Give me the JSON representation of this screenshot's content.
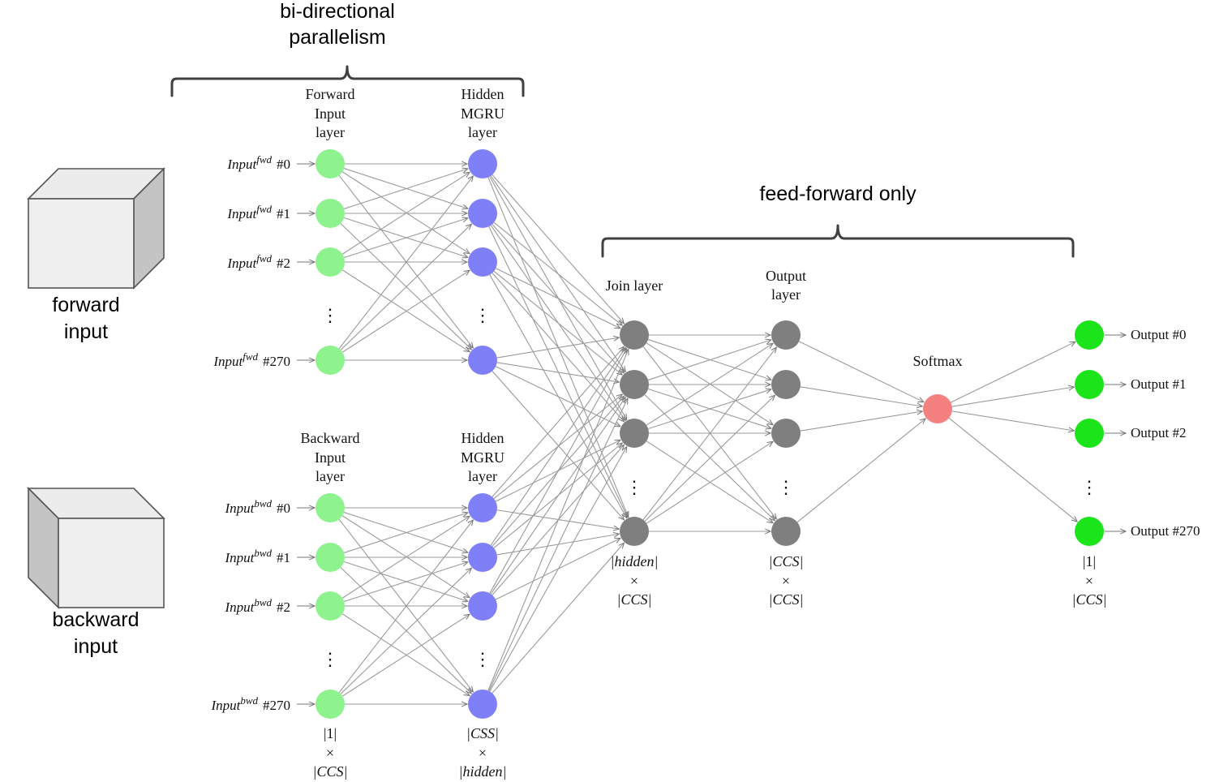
{
  "colors": {
    "input_node": "#8ef28e",
    "hidden_node": "#7f7ff7",
    "join_node": "#7f7f7f",
    "output_layer_node": "#7f7f7f",
    "softmax_node": "#f58080",
    "final_output_node": "#1be41b",
    "connection": "#9a9a9a",
    "brace": "#404040"
  },
  "braces": {
    "bidirectional": {
      "line1": "bi-directional",
      "line2": "parallelism"
    },
    "feedforward": {
      "label": "feed-forward only"
    }
  },
  "cubes": {
    "forward": {
      "line1": "forward",
      "line2": "input"
    },
    "backward": {
      "line1": "backward",
      "line2": "input"
    }
  },
  "layers": {
    "forward_input": {
      "title": [
        "Forward",
        "Input",
        "layer"
      ]
    },
    "hidden_fwd": {
      "title": [
        "Hidden",
        "MGRU",
        "layer"
      ]
    },
    "backward_input": {
      "title": [
        "Backward",
        "Input",
        "layer"
      ],
      "dims": [
        "|1|",
        "×",
        "|CCS|"
      ]
    },
    "hidden_bwd": {
      "title": [
        "Hidden",
        "MGRU",
        "layer"
      ],
      "dims": [
        "|CSS|",
        "×",
        "|hidden|"
      ]
    },
    "join": {
      "title": "Join layer",
      "dims": [
        "|hidden|",
        "×",
        "|CCS|"
      ]
    },
    "output": {
      "title": [
        "Output",
        "layer"
      ],
      "dims": [
        "|CCS|",
        "×",
        "|CCS|"
      ]
    },
    "softmax": {
      "title": "Softmax"
    },
    "final": {
      "dims": [
        "|1|",
        "×",
        "|CCS|"
      ]
    }
  },
  "inputs_fwd": [
    {
      "base": "Input",
      "sup": "fwd",
      "idx": "#0"
    },
    {
      "base": "Input",
      "sup": "fwd",
      "idx": "#1"
    },
    {
      "base": "Input",
      "sup": "fwd",
      "idx": "#2"
    },
    {
      "base": "Input",
      "sup": "fwd",
      "idx": "#270"
    }
  ],
  "inputs_bwd": [
    {
      "base": "Input",
      "sup": "bwd",
      "idx": "#0"
    },
    {
      "base": "Input",
      "sup": "bwd",
      "idx": "#1"
    },
    {
      "base": "Input",
      "sup": "bwd",
      "idx": "#2"
    },
    {
      "base": "Input",
      "sup": "bwd",
      "idx": "#270"
    }
  ],
  "outputs": [
    "Output #0",
    "Output #1",
    "Output #2",
    "Output #270"
  ],
  "ellipsis": "⋮"
}
